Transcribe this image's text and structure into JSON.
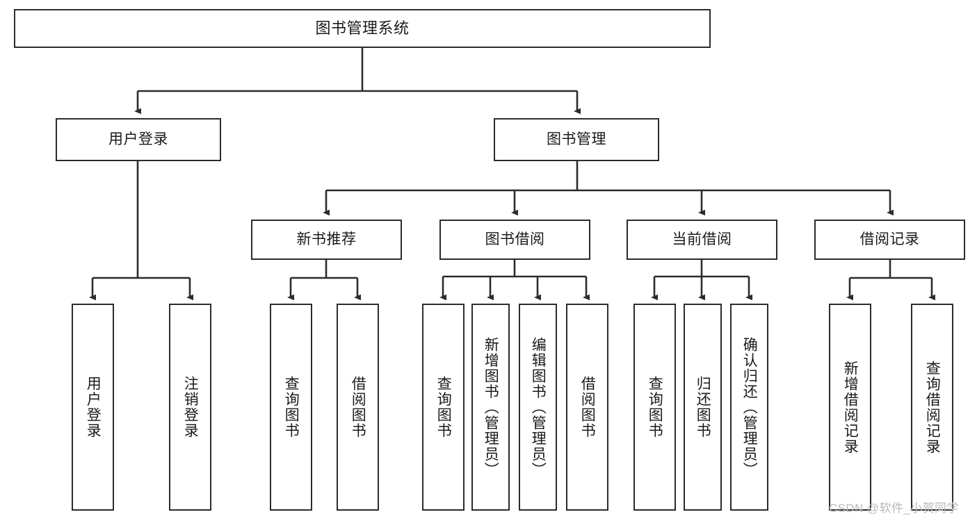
{
  "diagram": {
    "title": "图书管理系统",
    "type": "tree-hierarchy-chart",
    "colors": {
      "box_border": "#2b2b2b",
      "box_fill": "#ffffff",
      "edge": "#2b2b2b",
      "text": "#1a1a1a",
      "watermark": "#b9b9b9"
    }
  },
  "nodes": {
    "root": {
      "label": "图书管理系统"
    },
    "level2": [
      {
        "label": "用户登录"
      },
      {
        "label": "图书管理"
      }
    ],
    "level3": [
      {
        "label": "新书推荐"
      },
      {
        "label": "图书借阅"
      },
      {
        "label": "当前借阅"
      },
      {
        "label": "借阅记录"
      }
    ],
    "leaves": {
      "user_login": [
        {
          "label": "用户登录"
        },
        {
          "label": "注销登录"
        }
      ],
      "new_book_recommend": [
        {
          "label": "查询图书"
        },
        {
          "label": "借阅图书"
        }
      ],
      "book_borrow": [
        {
          "label": "查询图书"
        },
        {
          "label": "新增图书（管理员）"
        },
        {
          "label": "编辑图书（管理员）"
        },
        {
          "label": "借阅图书"
        }
      ],
      "current_borrow": [
        {
          "label": "查询图书"
        },
        {
          "label": "归还图书"
        },
        {
          "label": "确认归还（管理员）"
        }
      ],
      "borrow_record": [
        {
          "label": "新增借阅记录"
        },
        {
          "label": "查询借阅记录"
        }
      ]
    }
  },
  "watermark": {
    "text": "CSDN @软件_小贺同学"
  }
}
